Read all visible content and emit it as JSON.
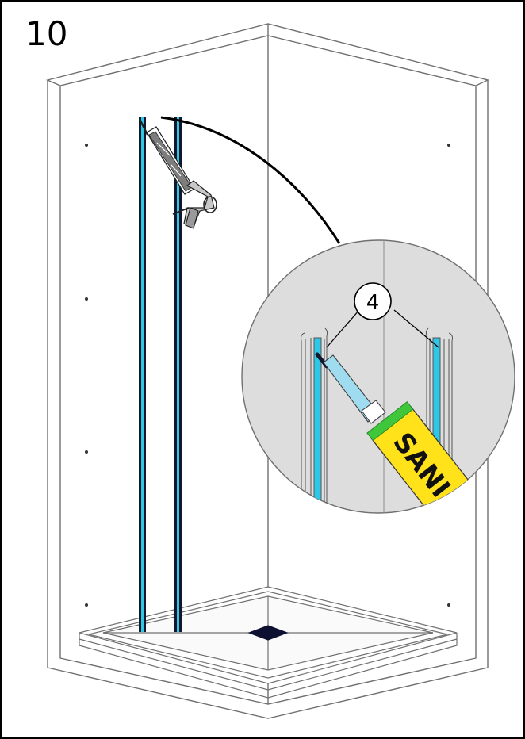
{
  "step": {
    "number": "10"
  },
  "callout": {
    "label": "4"
  },
  "cartridge": {
    "brand_text": "SANI"
  },
  "colors": {
    "sealant": "#2ec8e6",
    "profile": "#10182e",
    "cartridge_body": "#ffe21a",
    "cartridge_cap": "#3fc63a",
    "detail_background": "#dddddd",
    "wall_line": "#707070"
  },
  "icons": [
    "silicone-gun-icon",
    "sealant-cartridge-icon"
  ]
}
